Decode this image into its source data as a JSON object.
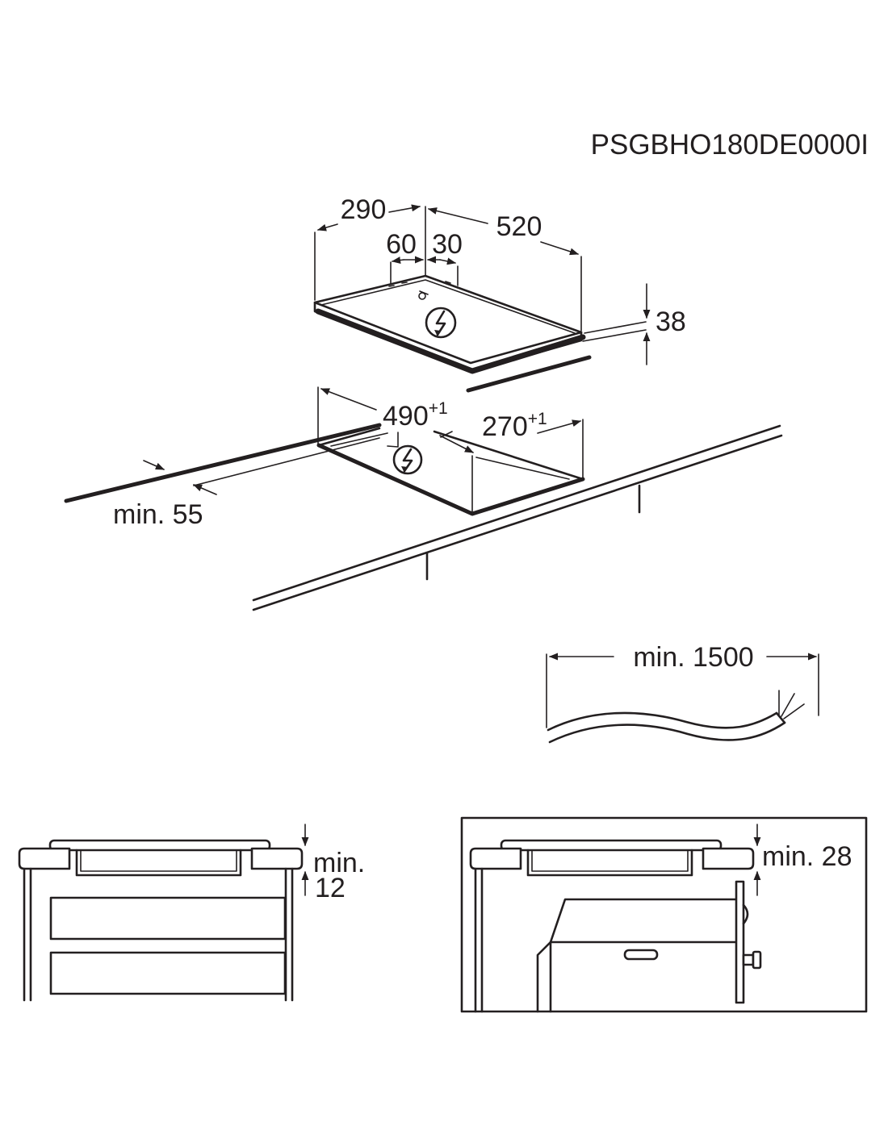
{
  "document": {
    "code": "PSGBHO180DE0000I"
  },
  "hob": {
    "width_label": "290",
    "depth_label": "520",
    "offset_left_label": "60",
    "offset_right_label": "30",
    "height_label": "38",
    "symbol": "electrical-hazard-icon"
  },
  "cutout": {
    "depth_label": "490",
    "depth_tolerance": "+1",
    "width_label": "270",
    "width_tolerance": "+1",
    "edge_distance_label": "min. 55",
    "symbol": "electrical-hazard-icon"
  },
  "cable": {
    "length_label": "min. 1500"
  },
  "clearance_drawers": {
    "label_line1": "min.",
    "label_line2": "12"
  },
  "clearance_oven": {
    "label": "min. 28"
  }
}
